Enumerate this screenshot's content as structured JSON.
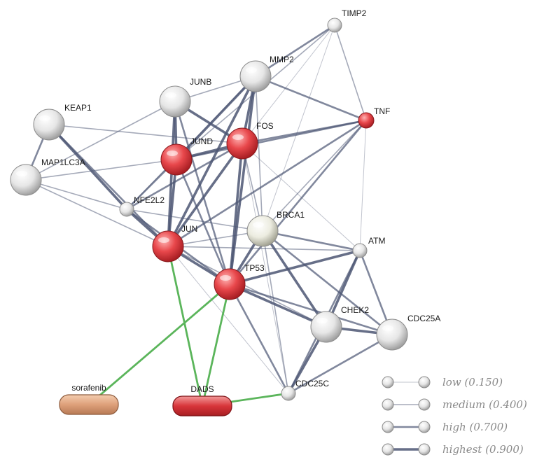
{
  "nodes": [
    {
      "id": "TIMP2",
      "label": "TIMP2",
      "kind": "small-grey"
    },
    {
      "id": "MMP2",
      "label": "MMP2",
      "kind": "grey"
    },
    {
      "id": "JUNB",
      "label": "JUNB",
      "kind": "grey"
    },
    {
      "id": "KEAP1",
      "label": "KEAP1",
      "kind": "grey"
    },
    {
      "id": "TNF",
      "label": "TNF",
      "kind": "small-red"
    },
    {
      "id": "FOS",
      "label": "FOS",
      "kind": "red"
    },
    {
      "id": "JUND",
      "label": "JUND",
      "kind": "red"
    },
    {
      "id": "MAP1LC3A",
      "label": "MAP1LC3A",
      "kind": "grey"
    },
    {
      "id": "NFE2L2",
      "label": "NFE2L2",
      "kind": "small-grey"
    },
    {
      "id": "BRCA1",
      "label": "BRCA1",
      "kind": "grey"
    },
    {
      "id": "JUN",
      "label": "JUN",
      "kind": "red"
    },
    {
      "id": "ATM",
      "label": "ATM",
      "kind": "small-grey"
    },
    {
      "id": "TP53",
      "label": "TP53",
      "kind": "red"
    },
    {
      "id": "CHEK2",
      "label": "CHEK2",
      "kind": "grey"
    },
    {
      "id": "CDC25A",
      "label": "CDC25A",
      "kind": "grey"
    },
    {
      "id": "CDC25C",
      "label": "CDC25C",
      "kind": "small-grey"
    },
    {
      "id": "sorafenib",
      "label": "sorafenib",
      "kind": "drug-tan"
    },
    {
      "id": "DADS",
      "label": "DADS",
      "kind": "drug-red"
    }
  ],
  "edges": [
    [
      "TIMP2",
      "MMP2",
      "high"
    ],
    [
      "TIMP2",
      "FOS",
      "low"
    ],
    [
      "TIMP2",
      "TNF",
      "medium"
    ],
    [
      "TIMP2",
      "JUND",
      "medium"
    ],
    [
      "TIMP2",
      "BRCA1",
      "low"
    ],
    [
      "MMP2",
      "JUNB",
      "medium"
    ],
    [
      "MMP2",
      "FOS",
      "highest"
    ],
    [
      "MMP2",
      "JUND",
      "highest"
    ],
    [
      "MMP2",
      "JUN",
      "highest"
    ],
    [
      "MMP2",
      "TP53",
      "highest"
    ],
    [
      "MMP2",
      "TNF",
      "high"
    ],
    [
      "MMP2",
      "NFE2L2",
      "medium"
    ],
    [
      "MMP2",
      "BRCA1",
      "medium"
    ],
    [
      "JUNB",
      "FOS",
      "highest"
    ],
    [
      "JUNB",
      "JUND",
      "highest"
    ],
    [
      "JUNB",
      "JUN",
      "highest"
    ],
    [
      "JUNB",
      "TP53",
      "high"
    ],
    [
      "JUNB",
      "MAP1LC3A",
      "medium"
    ],
    [
      "KEAP1",
      "NFE2L2",
      "highest"
    ],
    [
      "KEAP1",
      "JUN",
      "high"
    ],
    [
      "KEAP1",
      "MAP1LC3A",
      "high"
    ],
    [
      "KEAP1",
      "FOS",
      "medium"
    ],
    [
      "MAP1LC3A",
      "JUND",
      "medium"
    ],
    [
      "MAP1LC3A",
      "JUN",
      "medium"
    ],
    [
      "MAP1LC3A",
      "NFE2L2",
      "medium"
    ],
    [
      "TNF",
      "FOS",
      "high"
    ],
    [
      "TNF",
      "JUN",
      "high"
    ],
    [
      "TNF",
      "JUND",
      "high"
    ],
    [
      "TNF",
      "TP53",
      "high"
    ],
    [
      "TNF",
      "BRCA1",
      "medium"
    ],
    [
      "TNF",
      "ATM",
      "low"
    ],
    [
      "FOS",
      "JUND",
      "highest"
    ],
    [
      "FOS",
      "JUN",
      "highest"
    ],
    [
      "FOS",
      "TP53",
      "highest"
    ],
    [
      "FOS",
      "NFE2L2",
      "high"
    ],
    [
      "FOS",
      "BRCA1",
      "medium"
    ],
    [
      "FOS",
      "ATM",
      "low"
    ],
    [
      "FOS",
      "CDC25C",
      "low"
    ],
    [
      "JUND",
      "JUN",
      "highest"
    ],
    [
      "JUND",
      "TP53",
      "high"
    ],
    [
      "JUND",
      "NFE2L2",
      "high"
    ],
    [
      "NFE2L2",
      "JUN",
      "highest"
    ],
    [
      "NFE2L2",
      "TP53",
      "high"
    ],
    [
      "NFE2L2",
      "BRCA1",
      "medium"
    ],
    [
      "JUN",
      "TP53",
      "highest"
    ],
    [
      "JUN",
      "BRCA1",
      "medium"
    ],
    [
      "JUN",
      "ATM",
      "medium"
    ],
    [
      "JUN",
      "CHEK2",
      "medium"
    ],
    [
      "JUN",
      "CDC25C",
      "low"
    ],
    [
      "BRCA1",
      "TP53",
      "highest"
    ],
    [
      "BRCA1",
      "ATM",
      "high"
    ],
    [
      "BRCA1",
      "CHEK2",
      "highest"
    ],
    [
      "BRCA1",
      "CDC25A",
      "high"
    ],
    [
      "BRCA1",
      "CDC25C",
      "medium"
    ],
    [
      "ATM",
      "TP53",
      "highest"
    ],
    [
      "ATM",
      "CHEK2",
      "highest"
    ],
    [
      "ATM",
      "CDC25A",
      "high"
    ],
    [
      "ATM",
      "CDC25C",
      "high"
    ],
    [
      "TP53",
      "CHEK2",
      "highest"
    ],
    [
      "TP53",
      "CDC25A",
      "high"
    ],
    [
      "TP53",
      "CDC25C",
      "high"
    ],
    [
      "CHEK2",
      "CDC25A",
      "highest"
    ],
    [
      "CHEK2",
      "CDC25C",
      "highest"
    ],
    [
      "CDC25A",
      "CDC25C",
      "high"
    ],
    [
      "JUN",
      "DADS",
      "green"
    ],
    [
      "TP53",
      "DADS",
      "green"
    ],
    [
      "TP53",
      "sorafenib",
      "green"
    ],
    [
      "CDC25C",
      "DADS",
      "green"
    ]
  ],
  "legend": [
    {
      "key": "low",
      "label": "low (0.150)"
    },
    {
      "key": "medium",
      "label": "medium (0.400)"
    },
    {
      "key": "high",
      "label": "high (0.700)"
    },
    {
      "key": "highest",
      "label": "highest (0.900)"
    }
  ],
  "colors": {
    "edge_evidence": "#4c5673",
    "edge_drug": "#5bb55b",
    "node_red": "#e8383d",
    "node_grey": "#d9d9d9",
    "drug_tan": "#e1a27a",
    "drug_red": "#d8353a"
  }
}
